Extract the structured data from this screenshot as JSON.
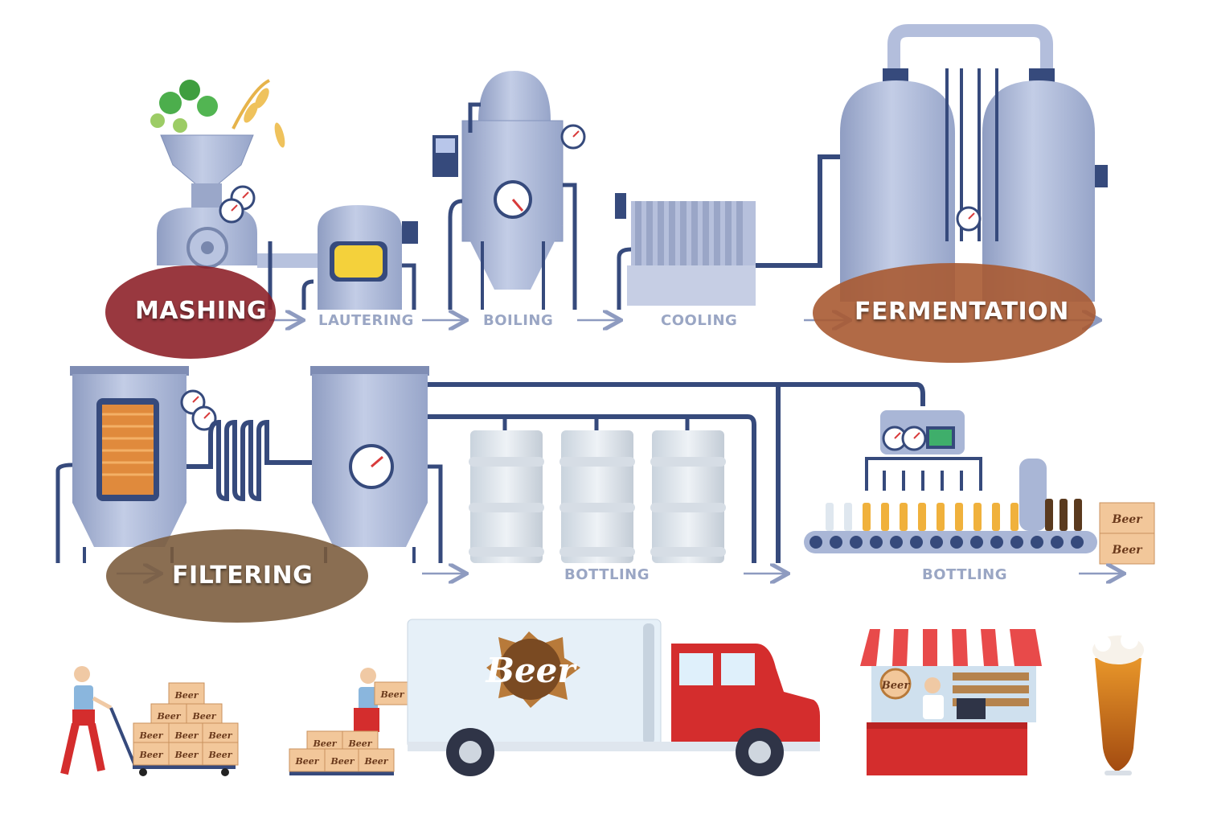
{
  "stages": {
    "mashing": "MASHING",
    "lautering": "LAUTERING",
    "boiling": "BOILING",
    "cooling": "COOLING",
    "fermentation": "FERMENTATION",
    "filtering": "FILTERING",
    "bottling_kegs": "BOTTLING",
    "bottling_line": "BOTTLING"
  },
  "brand": {
    "box_label": "Beer",
    "truck_logo": "Beer",
    "stall_sign": "Beer"
  },
  "colors": {
    "mashing_highlight": "#8b1d24",
    "fermentation_highlight": "#a85a32",
    "filtering_highlight": "#7a5a3a",
    "pipe": "#364a7c",
    "tank": "#a9b6d6",
    "truck_cab": "#d42d2d"
  }
}
